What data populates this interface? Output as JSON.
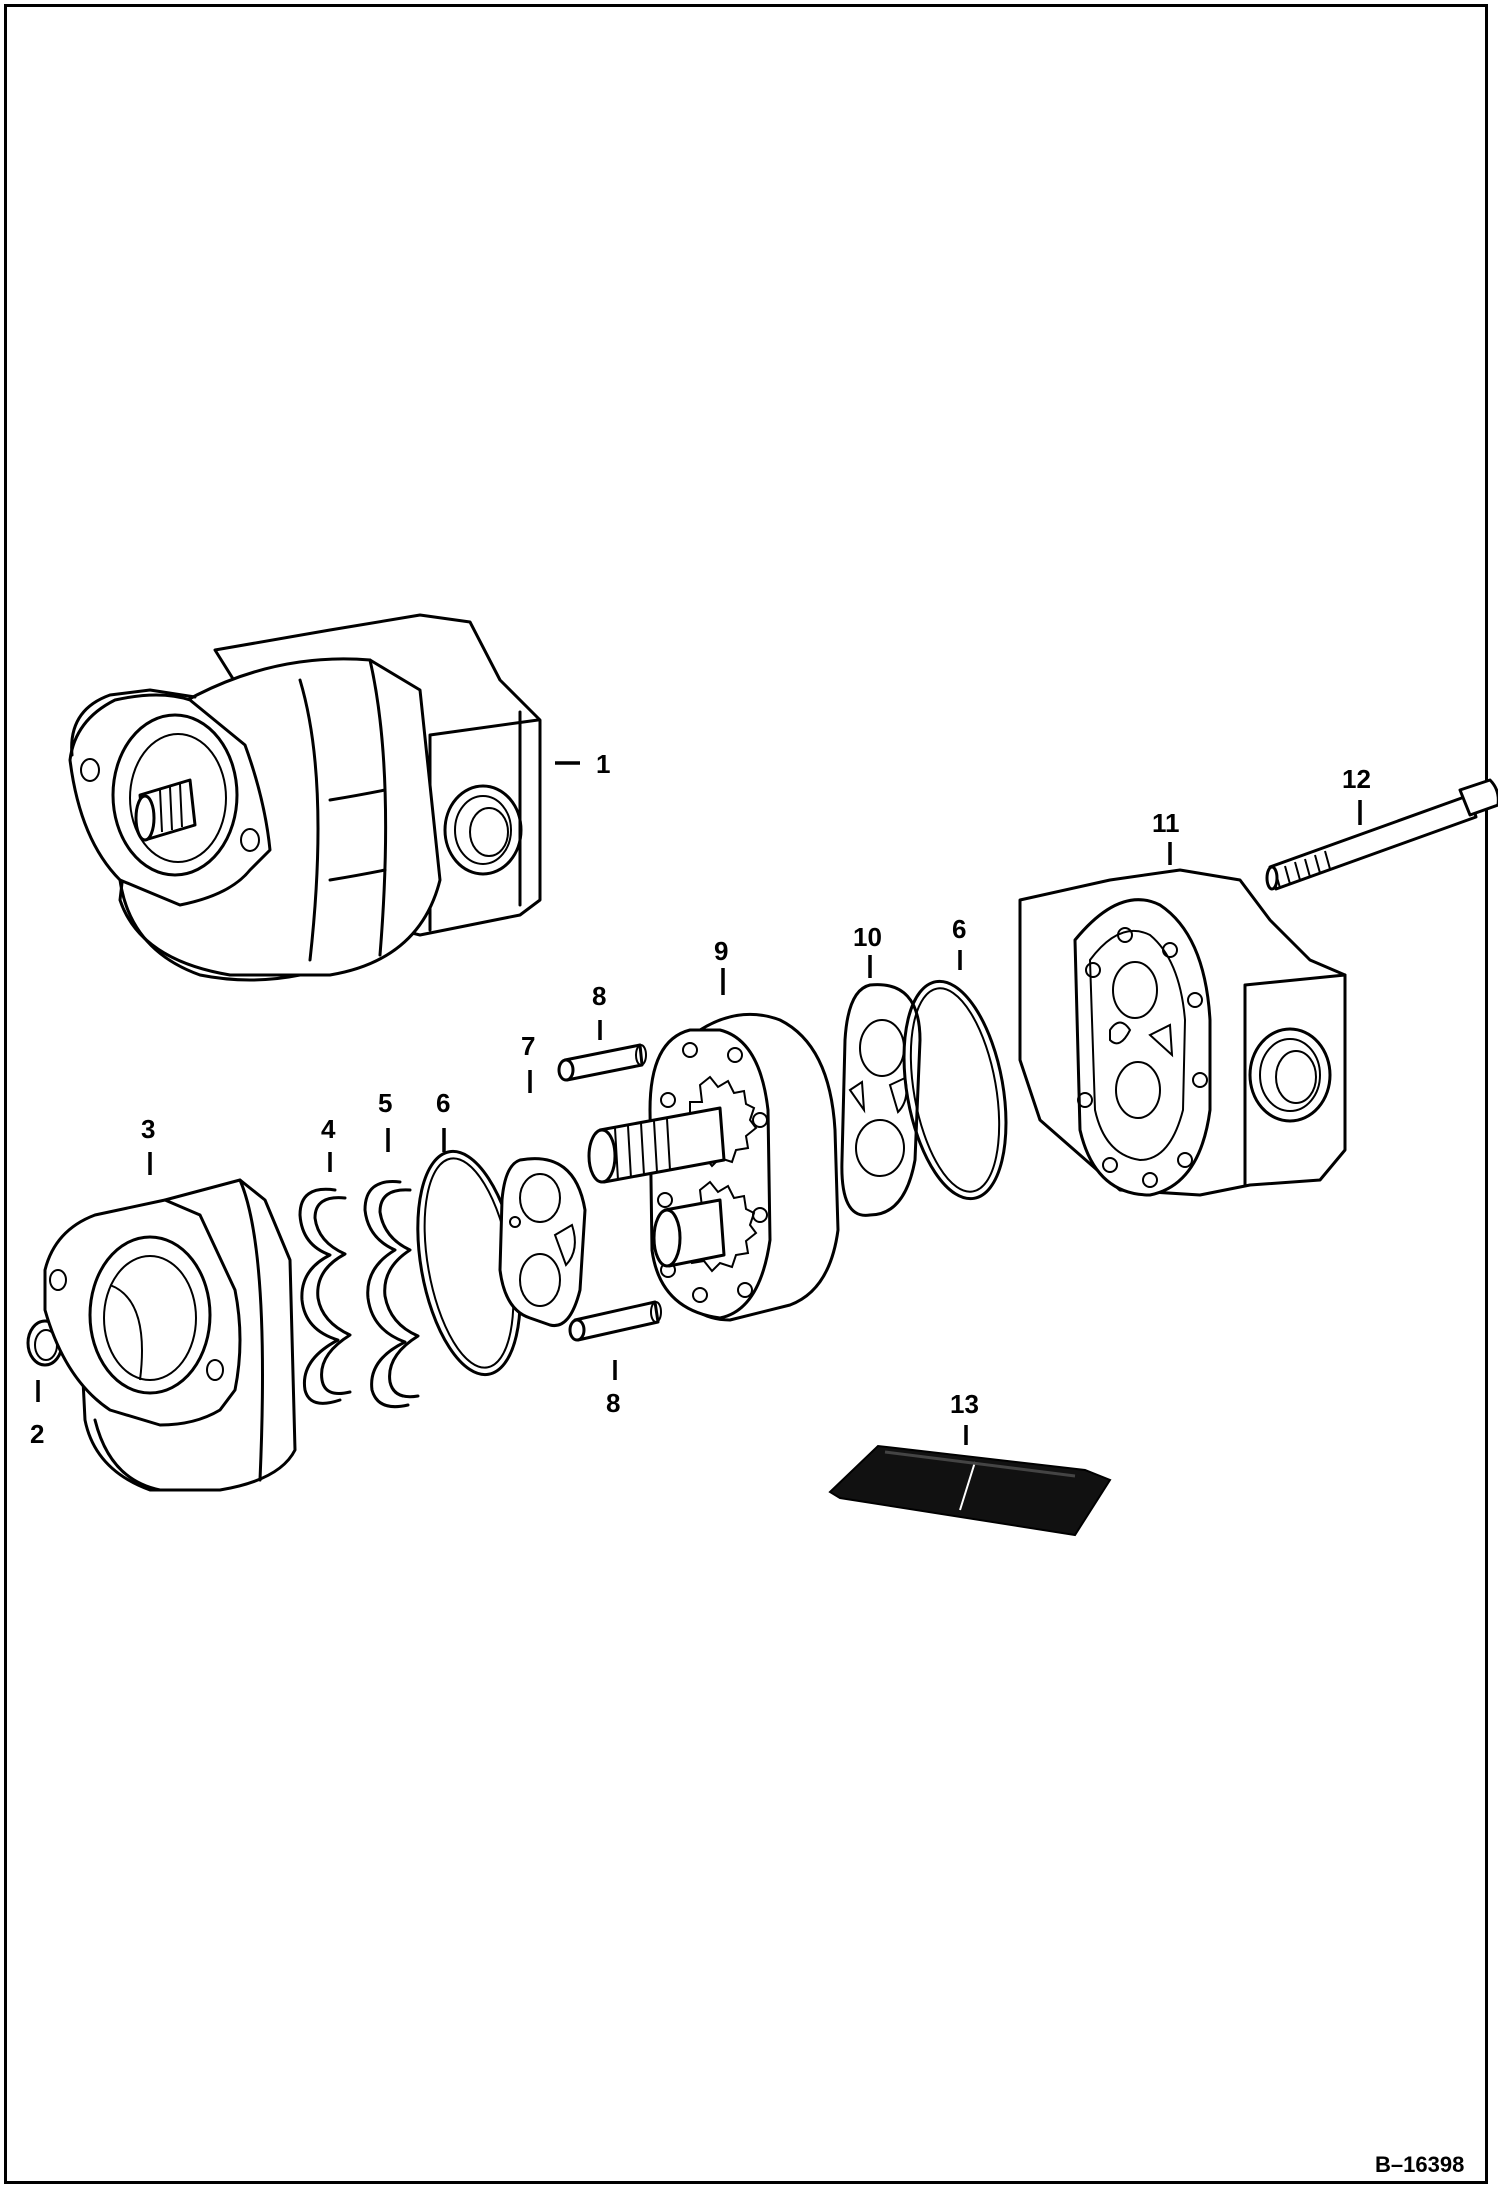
{
  "callouts": {
    "c1": "1",
    "c2": "2",
    "c3": "3",
    "c4": "4",
    "c5": "5",
    "c6a": "6",
    "c6b": "6",
    "c7": "7",
    "c8a": "8",
    "c8b": "8",
    "c9": "9",
    "c10": "10",
    "c11": "11",
    "c12": "12",
    "c13": "13"
  },
  "figure_id": "B–16398"
}
